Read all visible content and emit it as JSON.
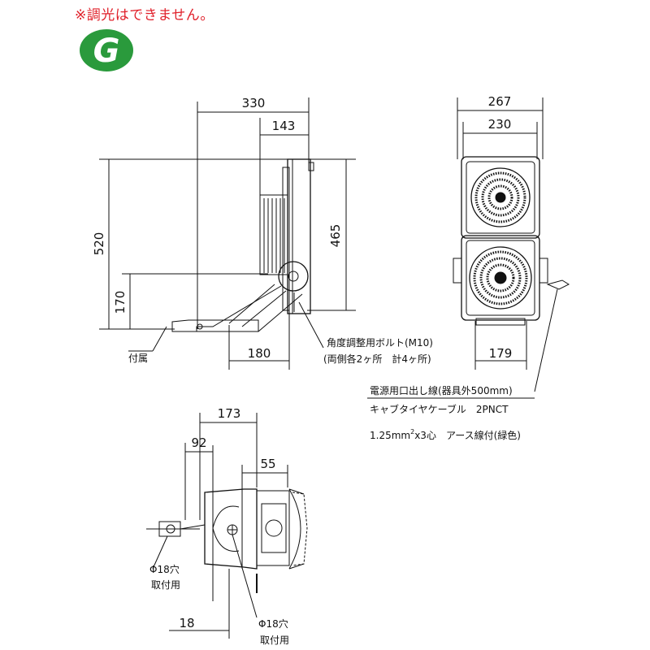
{
  "notice": "※調光はできません。",
  "badge_letter": "G",
  "colors": {
    "notice": "#e0202a",
    "badge_green": "#2a9a3c",
    "line": "#111111"
  },
  "side_view": {
    "width_330": "330",
    "width_143": "143",
    "height_520": "520",
    "height_465": "465",
    "height_170": "170",
    "depth_180": "180",
    "label_attached": "付属",
    "bolt_line1": "角度調整用ボルト(M10)",
    "bolt_line2": "(両側各2ヶ所　計4ヶ所)"
  },
  "front_view": {
    "width_267": "267",
    "width_230": "230",
    "width_179": "179",
    "cable_line1": "電源用口出し線(器具外500mm)",
    "cable_line2": "キャブタイヤケーブル　2PNCT",
    "cable_line3_a": "1.25mm",
    "cable_line3_sup": "2",
    "cable_line3_b": "x3心　アース線付(緑色)"
  },
  "bottom_view": {
    "width_173": "173",
    "width_92": "92",
    "width_55": "55",
    "width_18": "18",
    "hole_left": "Φ18穴",
    "hole_left_use": "取付用",
    "hole_bottom": "Φ18穴",
    "hole_bottom_use": "取付用"
  }
}
